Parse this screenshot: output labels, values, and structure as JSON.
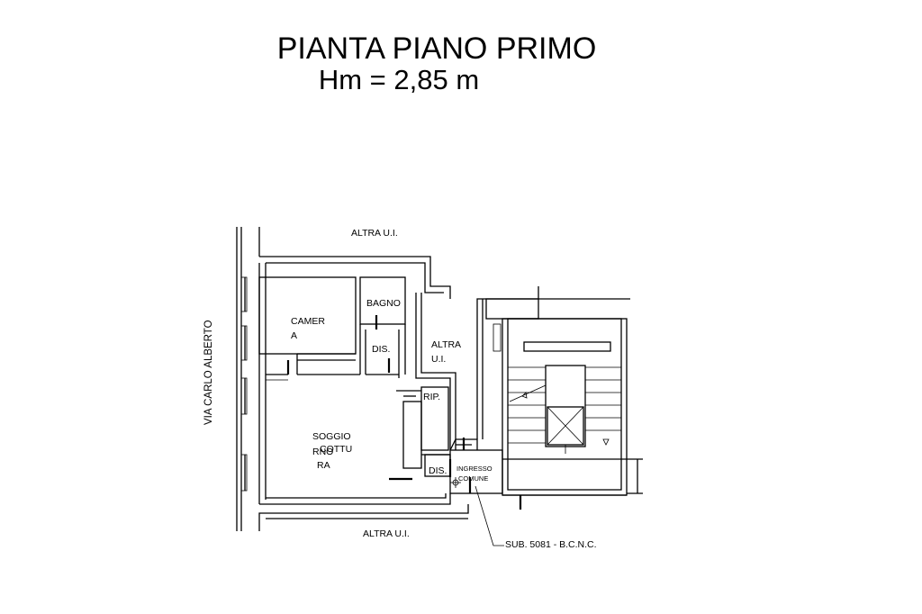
{
  "drawing": {
    "title": "PIANTA PIANO PRIMO",
    "height_note": "Hm = 2,85 m"
  },
  "labels": {
    "street": "VIA CARLO ALBERTO",
    "altra_top": "ALTRA U.I.",
    "altra_right_1": "ALTRA",
    "altra_right_2": "U.I.",
    "altra_bottom": "ALTRA U.I.",
    "camera_1": "CAMER",
    "camera_2": "A",
    "bagno": "BAGNO",
    "dis_upper": "DIS.",
    "rip": "RIP.",
    "soggiorno_1": "SOGGIO",
    "soggiorno_2": "RNO",
    "cottura_1": "COTTU",
    "cottura_2": "RA",
    "dis_lower": "DIS.",
    "ingresso_1": "INGRESSO",
    "ingresso_2": "COMUNE",
    "sub": "SUB. 5081 - B.C.N.C."
  }
}
